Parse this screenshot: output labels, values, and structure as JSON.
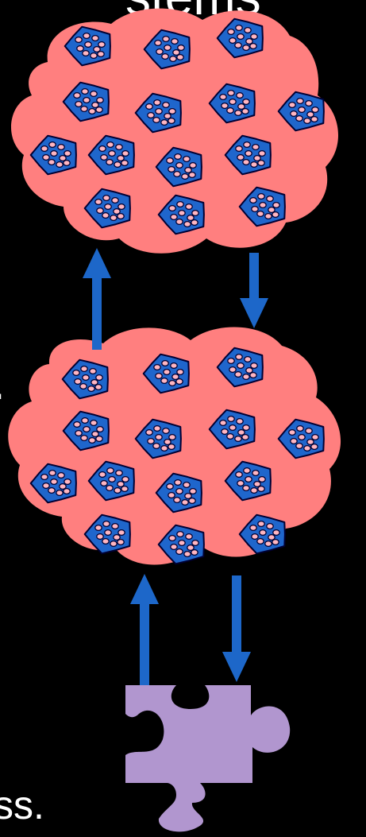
{
  "text_fragments": {
    "title": "stems",
    "left_mid": ".",
    "left_bottom": "ss."
  },
  "colors": {
    "background": "#000000",
    "cloud_fill": "#ff7f7f",
    "cell_fill": "#1f66cc",
    "cell_outline": "#000033",
    "cell_dot_fill": "#ffb6c1",
    "arrow": "#1d67c9",
    "puzzle_fill": "#b196cf",
    "text": "#ffffff"
  },
  "diagram": {
    "clouds": [
      "upper-cloud",
      "lower-cloud"
    ],
    "cells_per_cloud": 14,
    "arrows": [
      "arrow-up-upper",
      "arrow-down-upper",
      "arrow-up-lower",
      "arrow-down-lower"
    ],
    "puzzle_piece": "puzzle-piece"
  }
}
